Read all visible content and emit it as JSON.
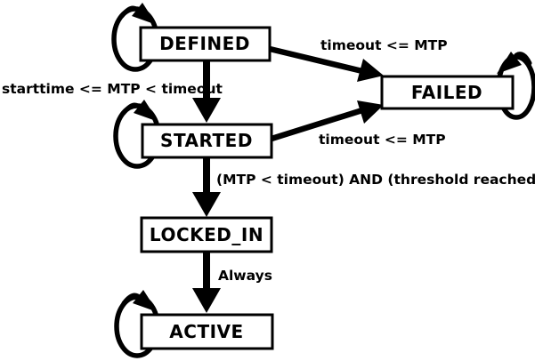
{
  "diagram": {
    "nodes": [
      {
        "id": "defined",
        "label": "DEFINED",
        "self_loop": true
      },
      {
        "id": "failed",
        "label": "FAILED",
        "self_loop": true
      },
      {
        "id": "started",
        "label": "STARTED",
        "self_loop": true
      },
      {
        "id": "locked_in",
        "label": "LOCKED_IN",
        "self_loop": false
      },
      {
        "id": "active",
        "label": "ACTIVE",
        "self_loop": true
      }
    ],
    "edges": [
      {
        "from": "DEFINED",
        "to": "FAILED",
        "label": "timeout <= MTP"
      },
      {
        "from": "DEFINED",
        "to": "STARTED",
        "label": "starttime <= MTP < timeout"
      },
      {
        "from": "STARTED",
        "to": "FAILED",
        "label": "timeout <= MTP"
      },
      {
        "from": "STARTED",
        "to": "LOCKED_IN",
        "label": "(MTP < timeout) AND (threshold reached)"
      },
      {
        "from": "LOCKED_IN",
        "to": "ACTIVE",
        "label": "Always"
      }
    ],
    "colors": {
      "line": "#000000",
      "text": "#000000",
      "node_fill": "#ffffff",
      "background": "#ffffff"
    }
  }
}
